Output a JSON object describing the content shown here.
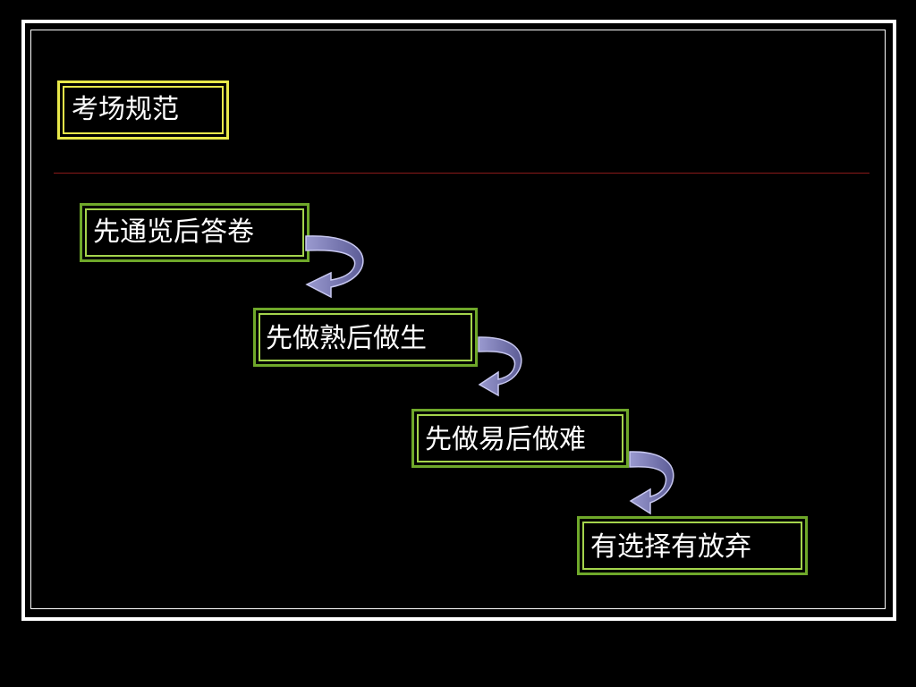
{
  "title": "考场规范",
  "steps": [
    {
      "label": "先通览后答卷"
    },
    {
      "label": "先做熟后做生"
    },
    {
      "label": "先做易后做难"
    },
    {
      "label": "有选择有放弃"
    }
  ],
  "colors": {
    "background": "#000000",
    "frame": "#ffffff",
    "title_border": "#e8e84a",
    "step_border": "#6fa82a",
    "divider": "#8b1a1a",
    "arrow": "#6e6ea8"
  }
}
